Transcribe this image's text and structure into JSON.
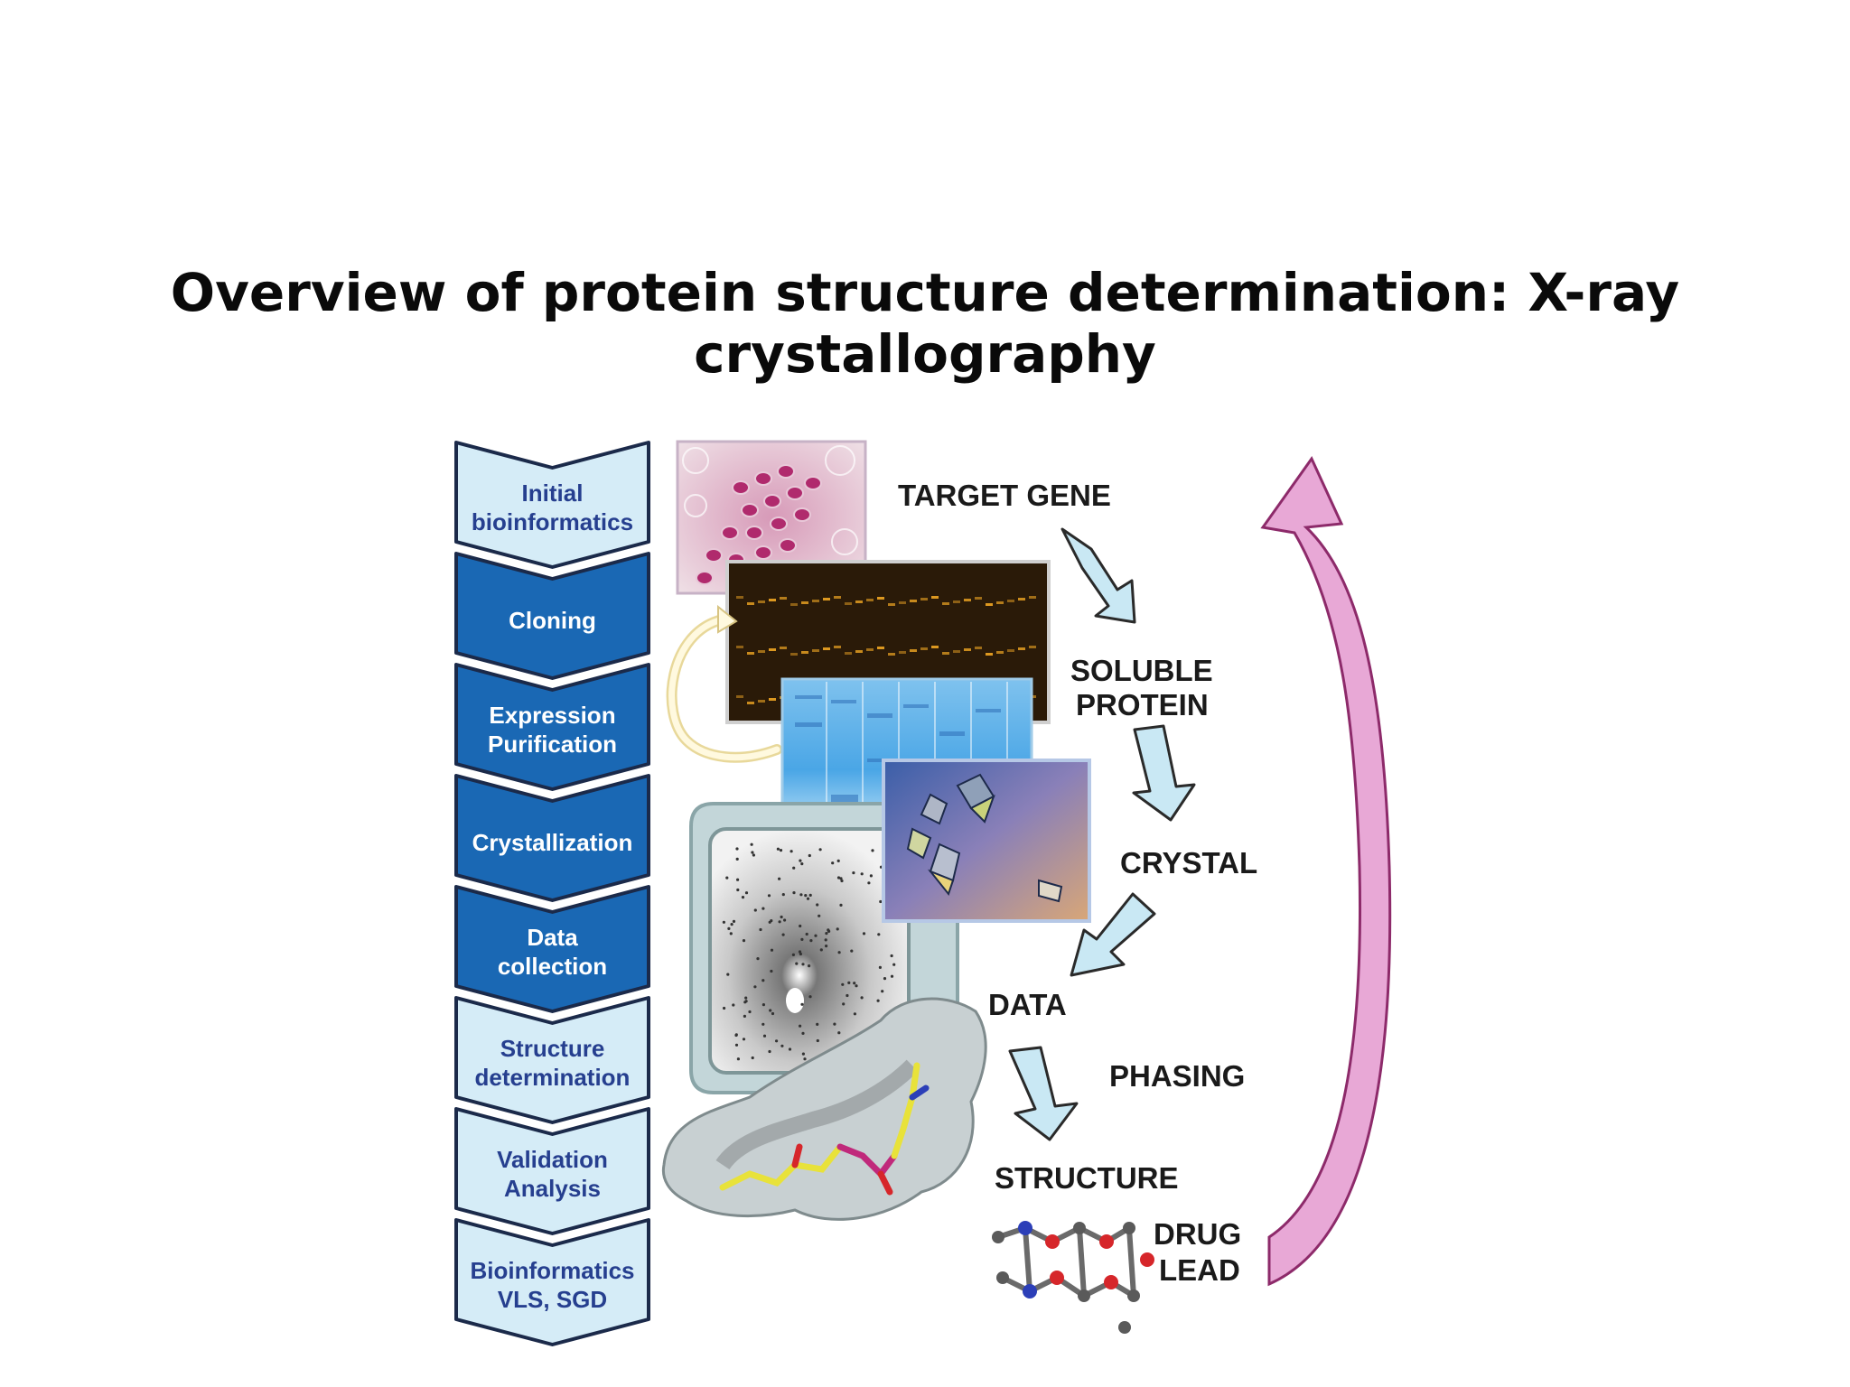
{
  "title": "Overview of protein structure determination: X-ray crystallography",
  "pipeline": [
    {
      "line1": "Initial",
      "line2": "bioinformatics",
      "style": "light"
    },
    {
      "line1": "Cloning",
      "line2": "",
      "style": "dark"
    },
    {
      "line1": "Expression",
      "line2": "Purification",
      "style": "dark"
    },
    {
      "line1": "Crystallization",
      "line2": "",
      "style": "dark"
    },
    {
      "line1": "Data",
      "line2": "collection",
      "style": "dark"
    },
    {
      "line1": "Structure",
      "line2": "determination",
      "style": "light"
    },
    {
      "line1": "Validation",
      "line2": "Analysis",
      "style": "light"
    },
    {
      "line1": "Bioinformatics",
      "line2": "VLS, SGD",
      "style": "light"
    }
  ],
  "stages": {
    "target_gene": "TARGET GENE",
    "soluble": "SOLUBLE",
    "protein": "PROTEIN",
    "crystal": "CRYSTAL",
    "data": "DATA",
    "phasing": "PHASING",
    "structure": "STRUCTURE",
    "drug": "DRUG",
    "lead": "LEAD"
  },
  "colors": {
    "dark_chevron": "#1a68b4",
    "light_chevron": "#d5ecf7",
    "dark_text": "#ffffff",
    "light_text": "#263f8f",
    "flow_arrow": "#c9e8f4",
    "return_arrow": "#e8a8d6"
  }
}
